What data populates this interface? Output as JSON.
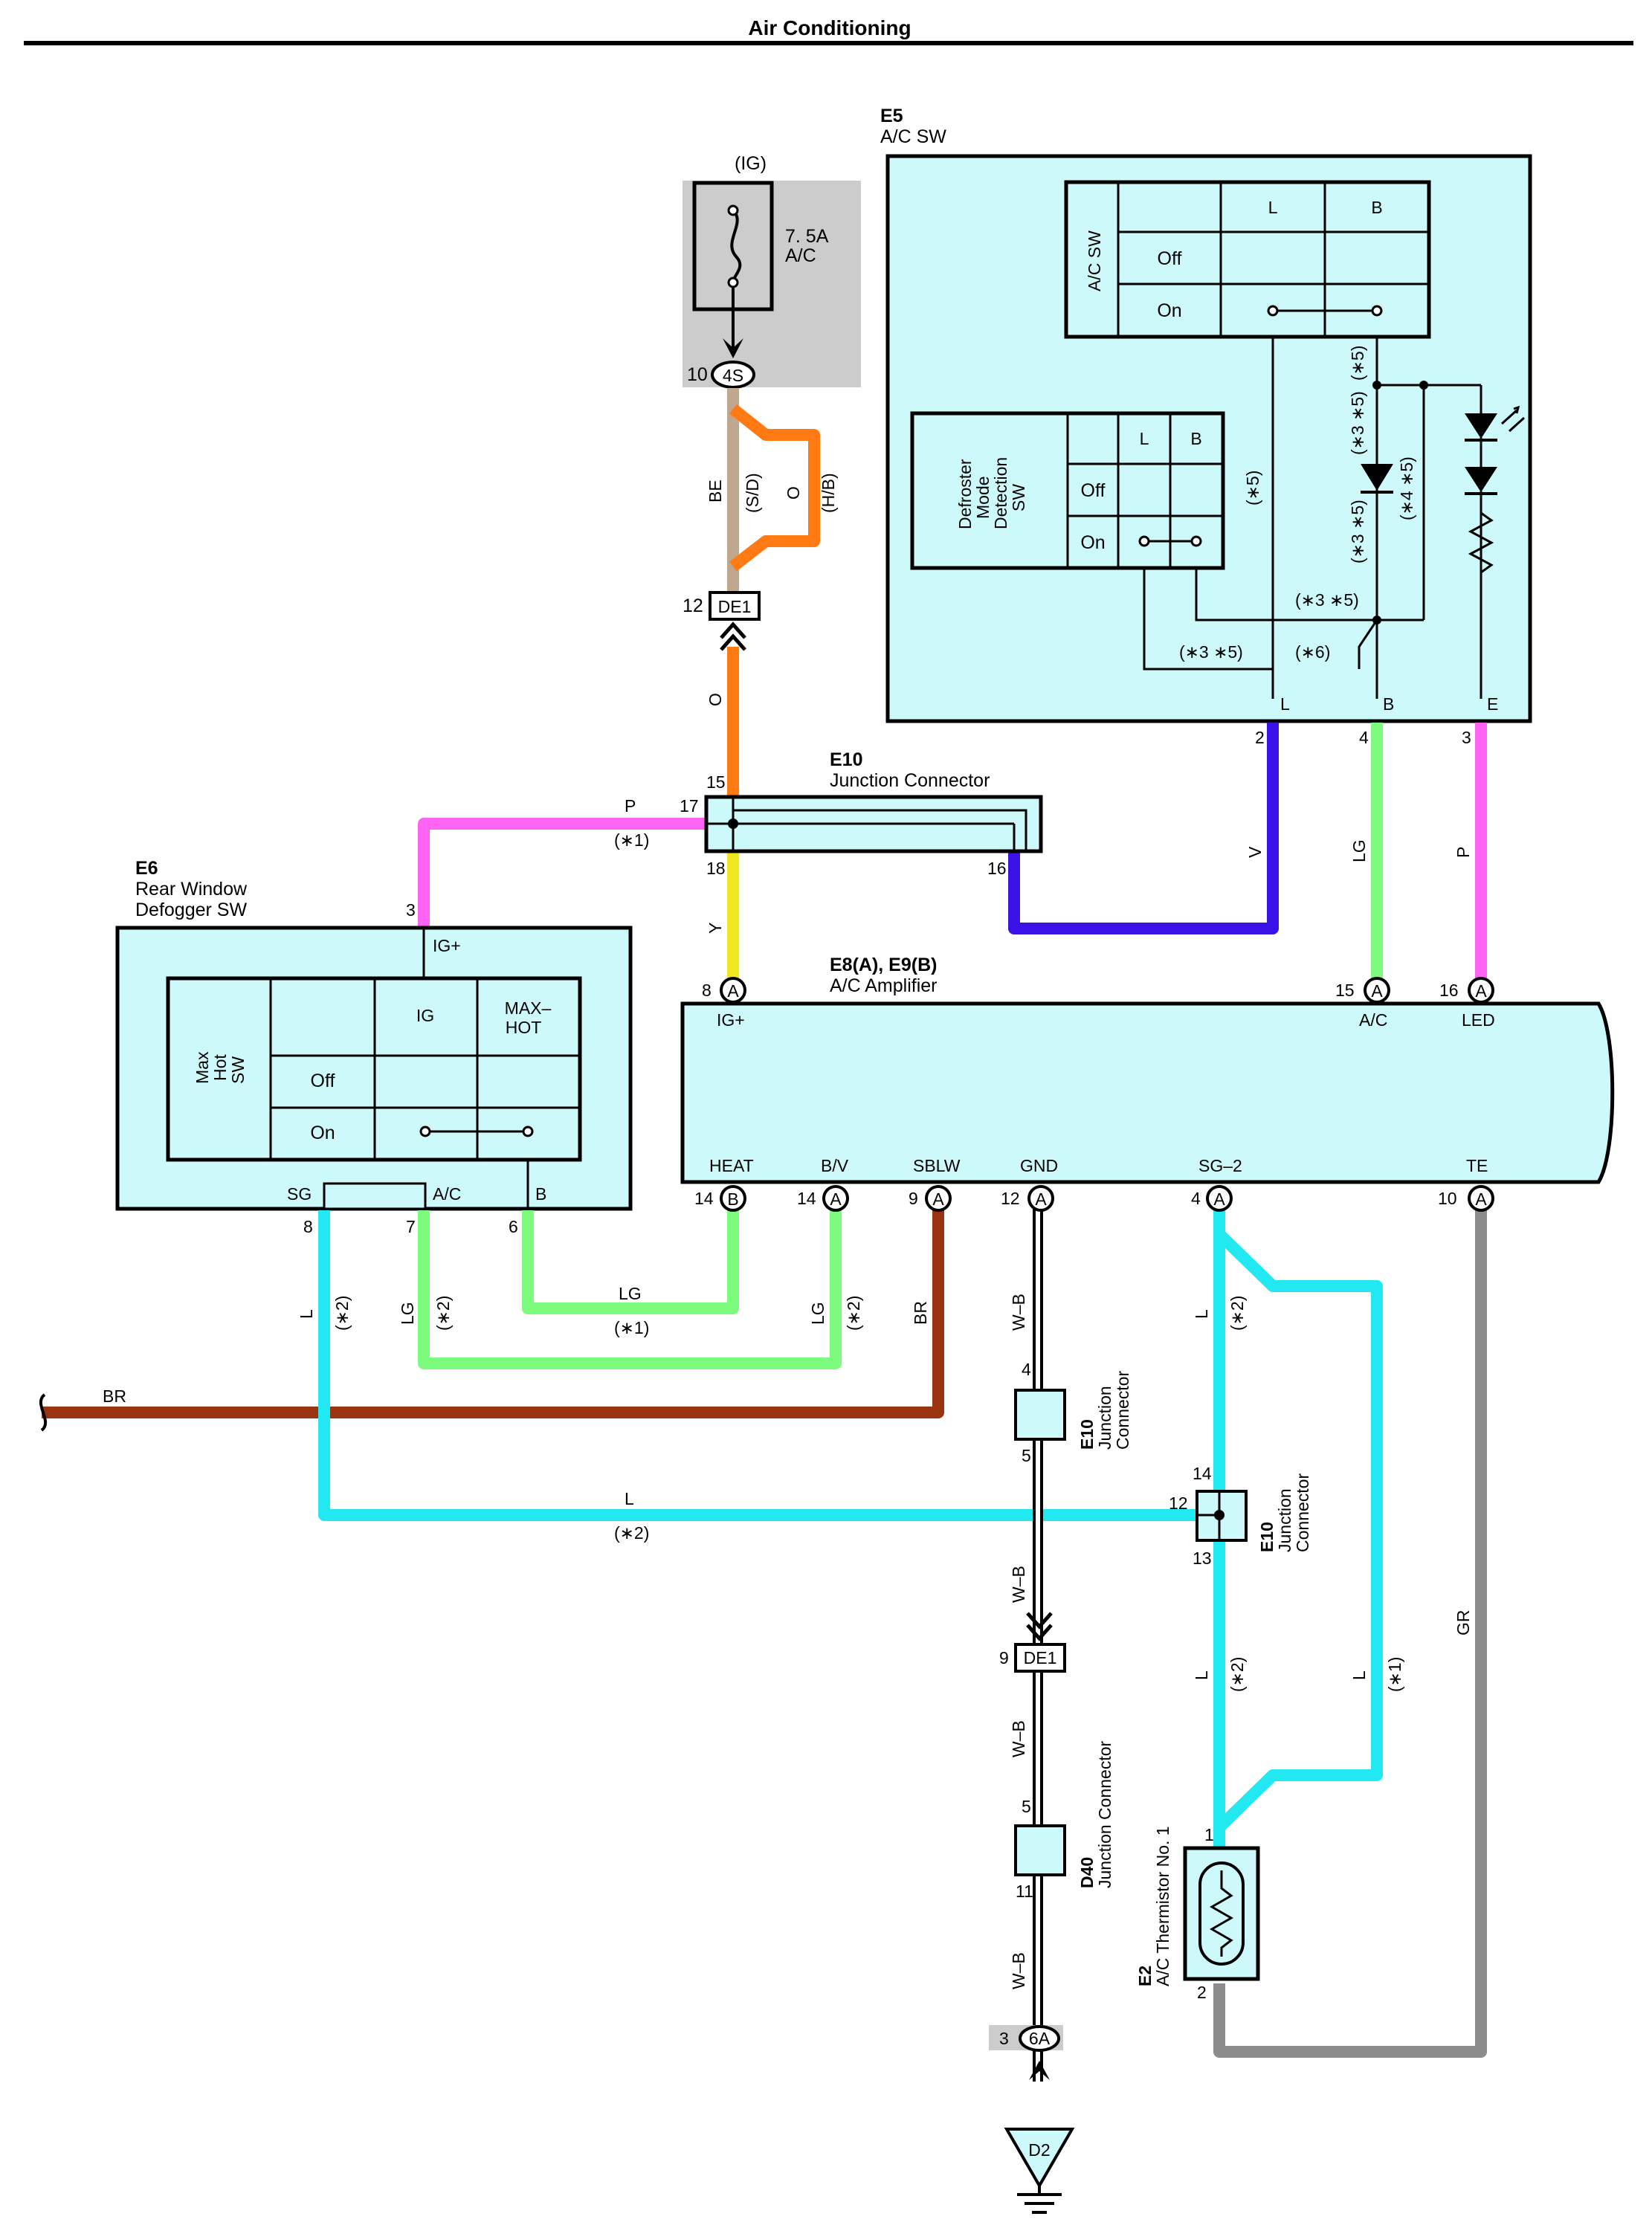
{
  "page": {
    "title": "Air Conditioning"
  },
  "colors": {
    "L": "#22e8f2",
    "LG": "#7dfb7d",
    "P": "#ff63f3",
    "V": "#3a12e8",
    "Y": "#f2e81e",
    "O": "#ff7a12",
    "BE": "#bfa88e",
    "BR": "#9a3310",
    "GR": "#8c8c8c",
    "box": "#cdf9fb",
    "fuse_bg": "#cccccc"
  },
  "fuse": {
    "feed": "(IG)",
    "rating": "7. 5A",
    "name": "A/C",
    "pin": "10",
    "connector": "4S"
  },
  "de1_top": {
    "pin": "12",
    "label": "DE1"
  },
  "upper_wires": {
    "be": "BE",
    "sd": "(S/D)",
    "o": "O",
    "hb": "(H/B)",
    "o_low": "O"
  },
  "e5": {
    "code": "E5",
    "name": "A/C SW",
    "table": {
      "side": "A/C SW",
      "cols": [
        "L",
        "B"
      ],
      "rows": [
        "Off",
        "On"
      ]
    },
    "defroster": {
      "name_lines": [
        "Defroster",
        "Mode",
        "Detection",
        "SW"
      ],
      "cols": [
        "L",
        "B"
      ],
      "rows": [
        "Off",
        "On"
      ]
    },
    "notes": {
      "n5a": "(∗5)",
      "n5b": "(∗5)",
      "n35a": "(∗3 ∗5)",
      "n35b": "(∗3 ∗5)",
      "n45": "(∗4 ∗5)",
      "n35c": "(∗3 ∗5)",
      "n35d": "(∗3 ∗5)",
      "n6": "(∗6)"
    },
    "terms": [
      "L",
      "B",
      "E"
    ],
    "pins": [
      "2",
      "4",
      "3"
    ]
  },
  "e10_mid": {
    "code": "E10",
    "name": "Junction Connector",
    "pins": {
      "p15": "15",
      "p17": "17",
      "p18": "18",
      "p16": "16"
    },
    "wire_p": "P",
    "note_p": "(∗1)",
    "wire_y": "Y",
    "wire_v": "V",
    "wire_lg": "LG",
    "wire_p2": "P"
  },
  "e6": {
    "code": "E6",
    "name_line1": "Rear Window",
    "name_line2": "Defogger SW",
    "pin_top": "3",
    "term_top": "IG+",
    "table": {
      "side_lines": [
        "Max",
        "Hot",
        "SW"
      ],
      "cols": [
        "IG",
        "MAX–",
        "HOT"
      ],
      "rows": [
        "Off",
        "On"
      ]
    },
    "bottom_terms": [
      "SG",
      "A/C",
      "B"
    ],
    "bottom_pins": [
      "8",
      "7",
      "6"
    ]
  },
  "amp": {
    "code": "E8(A), E9(B)",
    "name": "A/C Amplifier",
    "top_pins": [
      {
        "pin": "8",
        "conn": "A",
        "term": "IG+"
      },
      {
        "pin": "15",
        "conn": "A",
        "term": "A/C"
      },
      {
        "pin": "16",
        "conn": "A",
        "term": "LED"
      }
    ],
    "bottom_pins": [
      {
        "pin": "14",
        "conn": "B",
        "term": "HEAT"
      },
      {
        "pin": "14",
        "conn": "A",
        "term": "B/V"
      },
      {
        "pin": "9",
        "conn": "A",
        "term": "SBLW"
      },
      {
        "pin": "12",
        "conn": "A",
        "term": "GND"
      },
      {
        "pin": "4",
        "conn": "A",
        "term": "SG–2"
      },
      {
        "pin": "10",
        "conn": "A",
        "term": "TE"
      }
    ]
  },
  "lower_wires": {
    "l_left": "L",
    "l_left_note": "(∗2)",
    "lg_left": "LG",
    "lg_left_note": "(∗2)",
    "lg_mid": "LG",
    "lg_mid_note": "(∗1)",
    "lg_right": "LG",
    "lg_right_note": "(∗2)",
    "br": "BR",
    "br_long": "BR",
    "wb1": "W–B",
    "wb2": "W–B",
    "wb3": "W–B",
    "wb4": "W–B",
    "l_horiz": "L",
    "l_horiz_note": "(∗2)",
    "l_sg1": "L",
    "l_sg1_note": "(∗2)",
    "l_sg2": "L",
    "l_sg2_note": "(∗2)",
    "l_outer": "L",
    "l_outer_note": "(∗1)",
    "gr": "GR"
  },
  "e10_gnd": {
    "code": "E10",
    "name_line1": "Junction",
    "name_line2": "Connector",
    "pin_top": "4",
    "pin_bottom": "5"
  },
  "e10_l": {
    "code": "E10",
    "name_line1": "Junction",
    "name_line2": "Connector",
    "pin_top": "14",
    "pin_left": "12",
    "pin_bottom": "13"
  },
  "de1_low": {
    "pin": "9",
    "label": "DE1"
  },
  "d40": {
    "code": "D40",
    "name": "Junction Connector",
    "pin_top": "5",
    "pin_bottom": "11"
  },
  "e2": {
    "code": "E2",
    "name": "A/C Thermistor No. 1",
    "pin_top": "1",
    "pin_bottom": "2"
  },
  "ground": {
    "pin": "3",
    "connector": "6A",
    "label": "D2"
  }
}
